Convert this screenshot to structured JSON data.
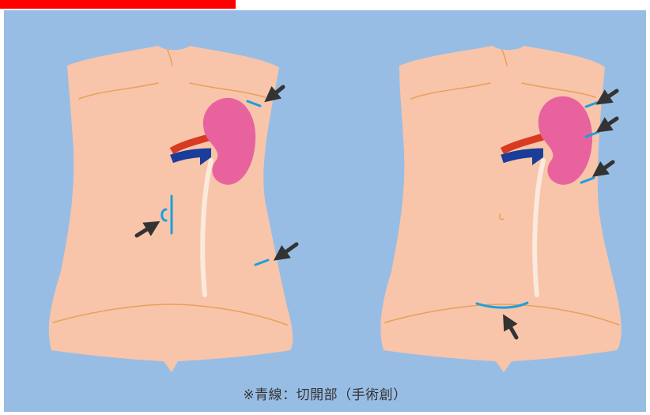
{
  "caption": "※青線：切開部（手術創）",
  "colors": {
    "header_bar": "#ff0000",
    "background": "#98bde4",
    "skin": "#f8c5aa",
    "skin_outline": "#e8a05a",
    "kidney": "#e8639e",
    "artery": "#d83a22",
    "vein": "#1b3d9a",
    "ureter": "#fbe9dd",
    "incision": "#1aa0dc",
    "arrow": "#333333"
  },
  "figures": [
    {
      "name": "left-torso",
      "incisions": 3,
      "arrows": 3
    },
    {
      "name": "right-torso",
      "incisions": 4,
      "arrows": 4
    }
  ]
}
